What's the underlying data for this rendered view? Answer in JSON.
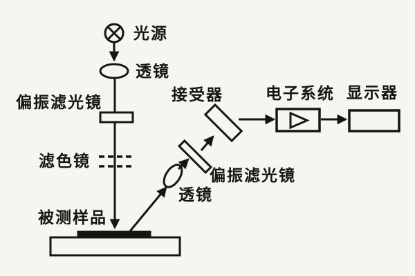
{
  "diagram": {
    "type": "optical-system-schematic",
    "background_color": "#f6f5f1",
    "ink_color": "#171513",
    "labels": {
      "light_source": "光源",
      "lens_top": "透镜",
      "polarizer_left": "偏振滤光镜",
      "color_filter": "滤色镜",
      "sample": "被测样品",
      "lens_diagonal": "透镜",
      "polarizer_right": "偏振滤光镜",
      "receiver": "接受器",
      "electronic_system": "电子系统",
      "display": "显示器"
    },
    "flow": [
      "光源",
      "透镜",
      "偏振滤光镜",
      "滤色镜",
      "被测样品",
      "透镜",
      "偏振滤光镜",
      "接受器",
      "电子系统",
      "显示器"
    ]
  }
}
